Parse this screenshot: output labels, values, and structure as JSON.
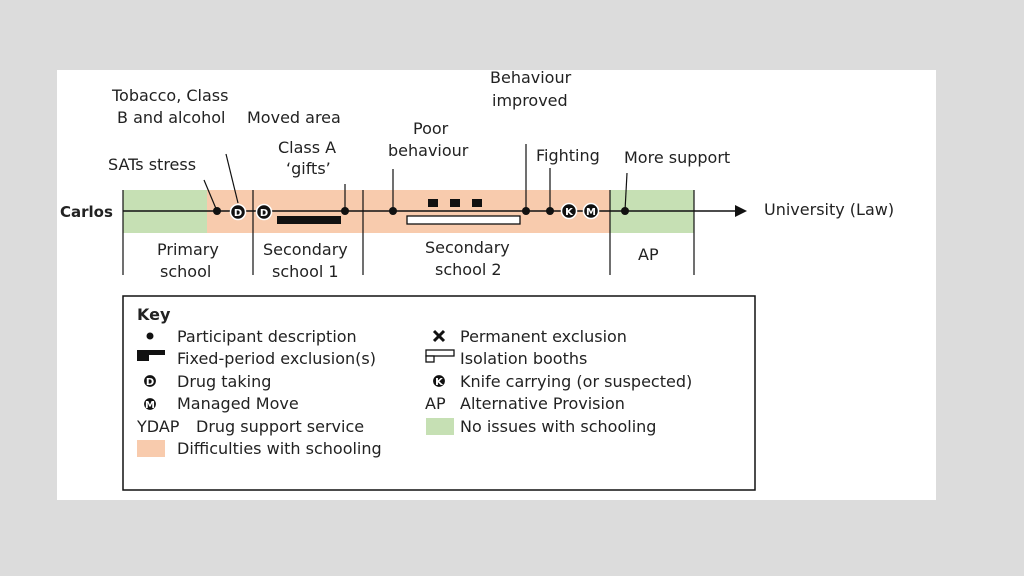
{
  "participant": "Carlos",
  "outcome": "University (Law)",
  "events": {
    "sats_stress": "SATs stress",
    "tobacco_line1": "Tobacco, Class",
    "tobacco_line2": "B and alcohol",
    "moved_area": "Moved area",
    "class_a_line1": "Class A",
    "class_a_line2": "‘gifts’",
    "poor_line1": "Poor",
    "poor_line2": "behaviour",
    "behaviour_line1": "Behaviour",
    "behaviour_line2": "improved",
    "fighting": "Fighting",
    "more_support": "More support"
  },
  "phases": {
    "primary_line1": "Primary",
    "primary_line2": "school",
    "secondary1_line1": "Secondary",
    "secondary1_line2": "school 1",
    "secondary2_line1": "Secondary",
    "secondary2_line2": "school 2",
    "ap": "AP"
  },
  "badges": {
    "drug": "D",
    "knife": "K",
    "managed": "M"
  },
  "key": {
    "title": "Key",
    "participant_description": "Participant description",
    "fixed_period": "Fixed-period exclusion(s)",
    "drug_taking": "Drug taking",
    "managed_move": "Managed Move",
    "ydap_abbr": "YDAP",
    "ydap_desc": "Drug support service",
    "difficulties": "Difficulties with schooling",
    "permanent_exclusion": "Permanent exclusion",
    "isolation_booths": "Isolation booths",
    "knife_carrying": "Knife carrying (or suspected)",
    "ap_abbr": "AP",
    "ap_desc": "Alternative Provision",
    "no_issues": "No issues with schooling"
  },
  "colors": {
    "difficulties": "#f8cbad",
    "no_issues": "#c6e0b4",
    "line": "#111111",
    "background": "#dcdcdc",
    "slide": "#ffffff"
  },
  "icons": {
    "participant_description": "dot-icon",
    "fixed_period": "bar-icon",
    "drug_taking": "drug-badge-icon",
    "managed_move": "managed-move-badge-icon",
    "permanent_exclusion": "cross-icon",
    "isolation_booths": "isolation-booth-icon",
    "knife_carrying": "knife-badge-icon"
  }
}
